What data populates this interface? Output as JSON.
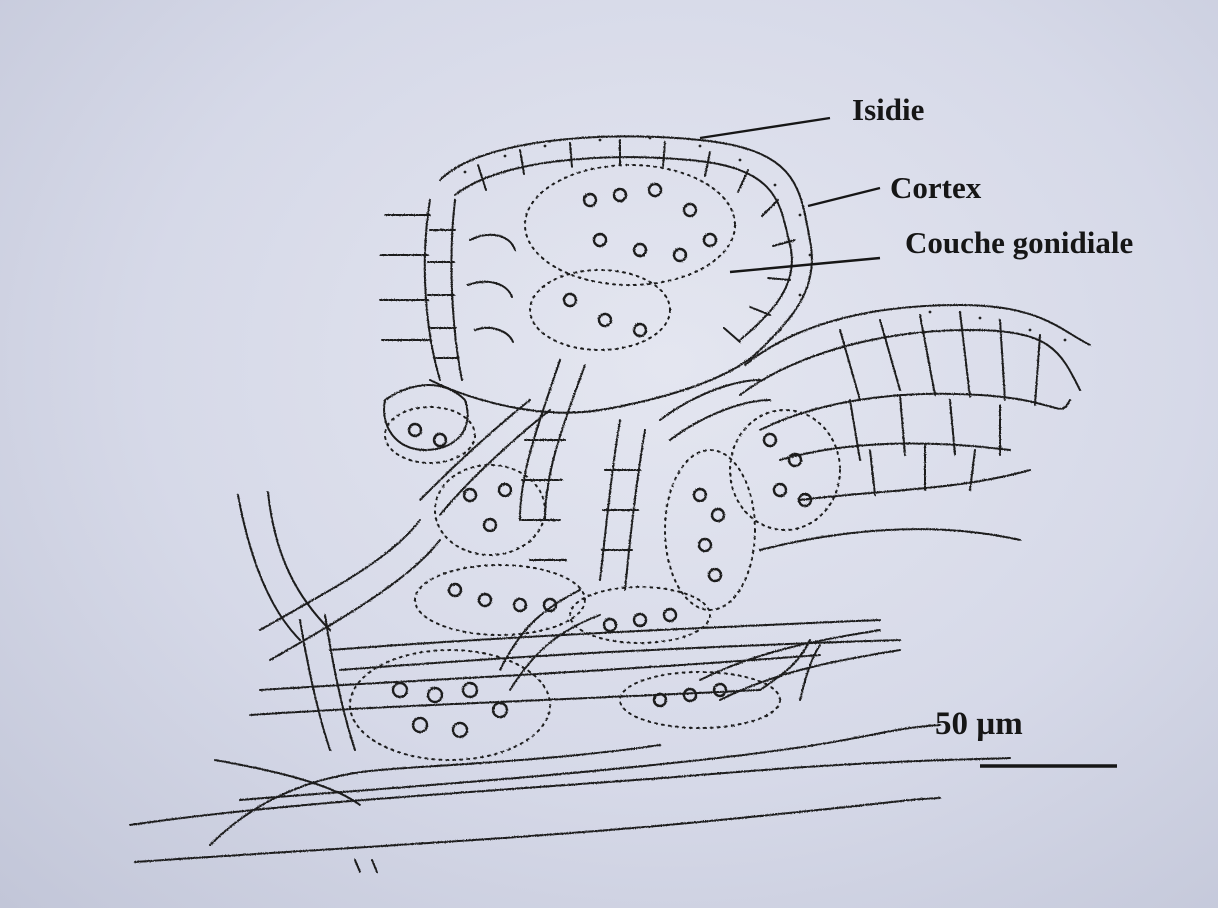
{
  "figure": {
    "labels": {
      "isidie": "Isidie",
      "cortex": "Cortex",
      "couche_gonidiale": "Couche gonidiale"
    },
    "scale_bar": {
      "text": "50 µm"
    }
  },
  "colors": {
    "ink": "#161616",
    "paper": "#dcdfeb",
    "paper_edge": "#c2c6d8"
  }
}
